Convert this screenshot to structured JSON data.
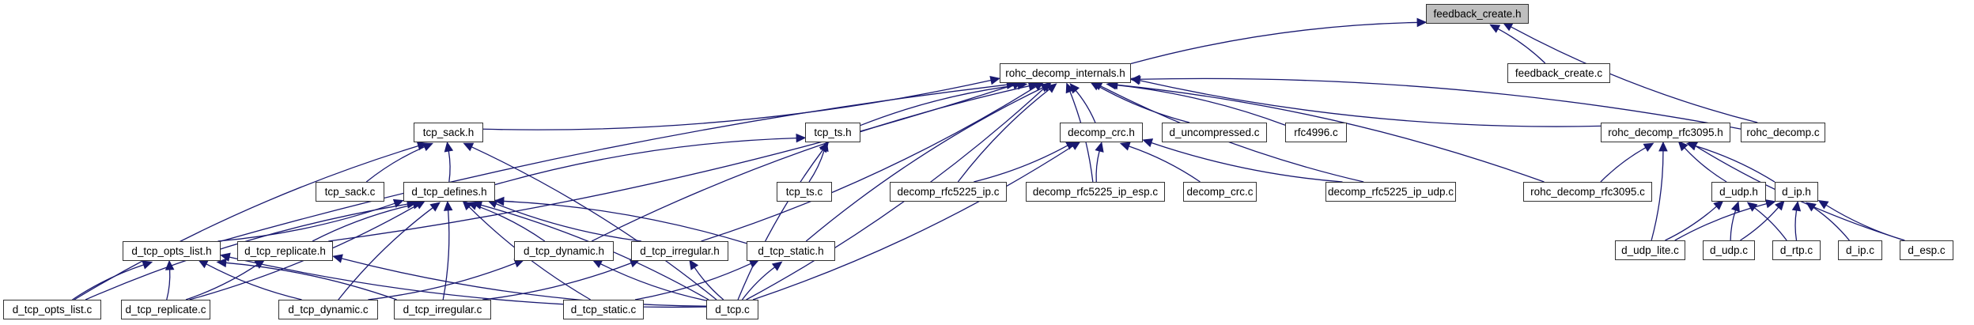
{
  "graph": {
    "title": "feedback_create.h include dependency graph",
    "root": "feedback_create.h",
    "colors": {
      "edge": "#191970",
      "root_fill": "#bfbfbf",
      "node_border": "#333333"
    },
    "nodes": [
      {
        "id": "feedback_create_h",
        "label": "feedback_create.h",
        "root": true
      },
      {
        "id": "rohc_decomp_internals_h",
        "label": "rohc_decomp_internals.h"
      },
      {
        "id": "feedback_create_c",
        "label": "feedback_create.c"
      },
      {
        "id": "tcp_sack_h",
        "label": "tcp_sack.h"
      },
      {
        "id": "tcp_ts_h",
        "label": "tcp_ts.h"
      },
      {
        "id": "decomp_crc_h",
        "label": "decomp_crc.h"
      },
      {
        "id": "d_uncompressed_c",
        "label": "d_uncompressed.c"
      },
      {
        "id": "rfc4996_c",
        "label": "rfc4996.c"
      },
      {
        "id": "rohc_decomp_rfc3095_h",
        "label": "rohc_decomp_rfc3095.h"
      },
      {
        "id": "rohc_decomp_c",
        "label": "rohc_decomp.c"
      },
      {
        "id": "tcp_sack_c",
        "label": "tcp_sack.c"
      },
      {
        "id": "d_tcp_defines_h",
        "label": "d_tcp_defines.h"
      },
      {
        "id": "tcp_ts_c",
        "label": "tcp_ts.c"
      },
      {
        "id": "decomp_rfc5225_ip_c",
        "label": "decomp_rfc5225_ip.c"
      },
      {
        "id": "decomp_rfc5225_ip_esp_c",
        "label": "decomp_rfc5225_ip_esp.c"
      },
      {
        "id": "decomp_crc_c",
        "label": "decomp_crc.c"
      },
      {
        "id": "decomp_rfc5225_ip_udp_c",
        "label": "decomp_rfc5225_ip_udp.c"
      },
      {
        "id": "rohc_decomp_rfc3095_c",
        "label": "rohc_decomp_rfc3095.c"
      },
      {
        "id": "d_udp_h",
        "label": "d_udp.h"
      },
      {
        "id": "d_ip_h",
        "label": "d_ip.h"
      },
      {
        "id": "d_tcp_opts_list_h",
        "label": "d_tcp_opts_list.h"
      },
      {
        "id": "d_tcp_replicate_h",
        "label": "d_tcp_replicate.h"
      },
      {
        "id": "d_tcp_dynamic_h",
        "label": "d_tcp_dynamic.h"
      },
      {
        "id": "d_tcp_irregular_h",
        "label": "d_tcp_irregular.h"
      },
      {
        "id": "d_tcp_static_h",
        "label": "d_tcp_static.h"
      },
      {
        "id": "d_udp_lite_c",
        "label": "d_udp_lite.c"
      },
      {
        "id": "d_udp_c",
        "label": "d_udp.c"
      },
      {
        "id": "d_rtp_c",
        "label": "d_rtp.c"
      },
      {
        "id": "d_ip_c",
        "label": "d_ip.c"
      },
      {
        "id": "d_esp_c",
        "label": "d_esp.c"
      },
      {
        "id": "d_tcp_opts_list_c",
        "label": "d_tcp_opts_list.c"
      },
      {
        "id": "d_tcp_replicate_c",
        "label": "d_tcp_replicate.c"
      },
      {
        "id": "d_tcp_dynamic_c",
        "label": "d_tcp_dynamic.c"
      },
      {
        "id": "d_tcp_irregular_c",
        "label": "d_tcp_irregular.c"
      },
      {
        "id": "d_tcp_static_c",
        "label": "d_tcp_static.c"
      },
      {
        "id": "d_tcp_c",
        "label": "d_tcp.c"
      }
    ],
    "edges": [
      {
        "from": "rohc_decomp_internals_h",
        "to": "feedback_create_h"
      },
      {
        "from": "feedback_create_c",
        "to": "feedback_create_h"
      },
      {
        "from": "rohc_decomp_c",
        "to": "feedback_create_h"
      },
      {
        "from": "tcp_sack_h",
        "to": "rohc_decomp_internals_h"
      },
      {
        "from": "tcp_ts_h",
        "to": "rohc_decomp_internals_h"
      },
      {
        "from": "decomp_crc_h",
        "to": "rohc_decomp_internals_h"
      },
      {
        "from": "d_uncompressed_c",
        "to": "rohc_decomp_internals_h"
      },
      {
        "from": "rfc4996_c",
        "to": "rohc_decomp_internals_h"
      },
      {
        "from": "rohc_decomp_rfc3095_h",
        "to": "rohc_decomp_internals_h"
      },
      {
        "from": "rohc_decomp_c",
        "to": "rohc_decomp_internals_h"
      },
      {
        "from": "decomp_rfc5225_ip_c",
        "to": "rohc_decomp_internals_h"
      },
      {
        "from": "decomp_rfc5225_ip_esp_c",
        "to": "rohc_decomp_internals_h"
      },
      {
        "from": "decomp_rfc5225_ip_udp_c",
        "to": "rohc_decomp_internals_h"
      },
      {
        "from": "rohc_decomp_rfc3095_c",
        "to": "rohc_decomp_internals_h"
      },
      {
        "from": "d_tcp_opts_list_h",
        "to": "rohc_decomp_internals_h"
      },
      {
        "from": "d_tcp_replicate_h",
        "to": "rohc_decomp_internals_h"
      },
      {
        "from": "d_tcp_dynamic_h",
        "to": "rohc_decomp_internals_h"
      },
      {
        "from": "d_tcp_irregular_h",
        "to": "rohc_decomp_internals_h"
      },
      {
        "from": "d_tcp_static_h",
        "to": "rohc_decomp_internals_h"
      },
      {
        "from": "d_tcp_c",
        "to": "rohc_decomp_internals_h"
      },
      {
        "from": "tcp_sack_c",
        "to": "tcp_sack_h"
      },
      {
        "from": "d_tcp_defines_h",
        "to": "tcp_sack_h"
      },
      {
        "from": "d_tcp_opts_list_c",
        "to": "tcp_sack_h"
      },
      {
        "from": "d_tcp_c",
        "to": "tcp_sack_h"
      },
      {
        "from": "d_tcp_defines_h",
        "to": "tcp_ts_h"
      },
      {
        "from": "tcp_ts_c",
        "to": "tcp_ts_h"
      },
      {
        "from": "d_tcp_c",
        "to": "tcp_ts_h"
      },
      {
        "from": "decomp_rfc5225_ip_c",
        "to": "decomp_crc_h"
      },
      {
        "from": "decomp_rfc5225_ip_esp_c",
        "to": "decomp_crc_h"
      },
      {
        "from": "decomp_crc_c",
        "to": "decomp_crc_h"
      },
      {
        "from": "decomp_rfc5225_ip_udp_c",
        "to": "decomp_crc_h"
      },
      {
        "from": "d_tcp_c",
        "to": "decomp_crc_h"
      },
      {
        "from": "rohc_decomp_rfc3095_c",
        "to": "rohc_decomp_rfc3095_h"
      },
      {
        "from": "d_udp_lite_c",
        "to": "rohc_decomp_rfc3095_h"
      },
      {
        "from": "d_udp_h",
        "to": "rohc_decomp_rfc3095_h"
      },
      {
        "from": "d_ip_h",
        "to": "rohc_decomp_rfc3095_h"
      },
      {
        "from": "d_esp_c",
        "to": "rohc_decomp_rfc3095_h"
      },
      {
        "from": "d_udp_lite_c",
        "to": "d_udp_h"
      },
      {
        "from": "d_udp_c",
        "to": "d_udp_h"
      },
      {
        "from": "d_rtp_c",
        "to": "d_udp_h"
      },
      {
        "from": "d_udp_lite_c",
        "to": "d_ip_h"
      },
      {
        "from": "d_udp_c",
        "to": "d_ip_h"
      },
      {
        "from": "d_rtp_c",
        "to": "d_ip_h"
      },
      {
        "from": "d_ip_c",
        "to": "d_ip_h"
      },
      {
        "from": "d_esp_c",
        "to": "d_ip_h"
      },
      {
        "from": "d_tcp_opts_list_h",
        "to": "d_tcp_defines_h"
      },
      {
        "from": "d_tcp_replicate_h",
        "to": "d_tcp_defines_h"
      },
      {
        "from": "d_tcp_dynamic_h",
        "to": "d_tcp_defines_h"
      },
      {
        "from": "d_tcp_irregular_h",
        "to": "d_tcp_defines_h"
      },
      {
        "from": "d_tcp_static_h",
        "to": "d_tcp_defines_h"
      },
      {
        "from": "d_tcp_opts_list_c",
        "to": "d_tcp_defines_h"
      },
      {
        "from": "d_tcp_replicate_c",
        "to": "d_tcp_defines_h"
      },
      {
        "from": "d_tcp_dynamic_c",
        "to": "d_tcp_defines_h"
      },
      {
        "from": "d_tcp_irregular_c",
        "to": "d_tcp_defines_h"
      },
      {
        "from": "d_tcp_static_c",
        "to": "d_tcp_defines_h"
      },
      {
        "from": "d_tcp_c",
        "to": "d_tcp_defines_h"
      },
      {
        "from": "d_tcp_opts_list_c",
        "to": "d_tcp_opts_list_h"
      },
      {
        "from": "d_tcp_replicate_c",
        "to": "d_tcp_opts_list_h"
      },
      {
        "from": "d_tcp_dynamic_c",
        "to": "d_tcp_opts_list_h"
      },
      {
        "from": "d_tcp_irregular_c",
        "to": "d_tcp_opts_list_h"
      },
      {
        "from": "d_tcp_c",
        "to": "d_tcp_opts_list_h"
      },
      {
        "from": "d_tcp_replicate_c",
        "to": "d_tcp_replicate_h"
      },
      {
        "from": "d_tcp_c",
        "to": "d_tcp_replicate_h"
      },
      {
        "from": "d_tcp_dynamic_c",
        "to": "d_tcp_dynamic_h"
      },
      {
        "from": "d_tcp_c",
        "to": "d_tcp_dynamic_h"
      },
      {
        "from": "d_tcp_irregular_c",
        "to": "d_tcp_irregular_h"
      },
      {
        "from": "d_tcp_c",
        "to": "d_tcp_irregular_h"
      },
      {
        "from": "d_tcp_static_c",
        "to": "d_tcp_static_h"
      },
      {
        "from": "d_tcp_c",
        "to": "d_tcp_static_h"
      }
    ]
  }
}
